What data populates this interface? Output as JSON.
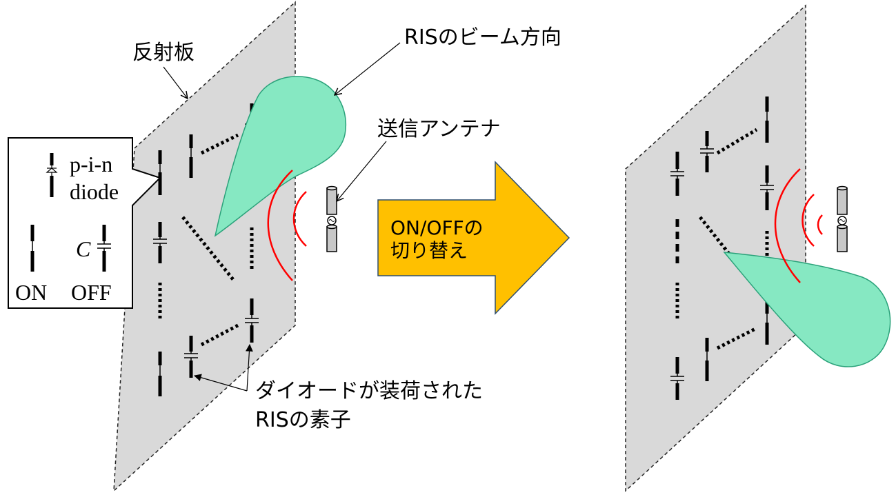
{
  "labels": {
    "reflector": "反射板",
    "beam_direction": "RISのビーム方向",
    "tx_antenna": "送信アンテナ",
    "switch_line1": "ON/OFFの",
    "switch_line2": "切り替え",
    "element_line1": "ダイオードが装荷された",
    "element_line2": "RISの素子"
  },
  "legend": {
    "pin_line1": "p-i-n",
    "pin_line2": "diode",
    "on": "ON",
    "off": "OFF",
    "capacitor": "C"
  },
  "colors": {
    "panel_fill": "#d9d9d9",
    "beam_fill": "#86e8c2",
    "beam_stroke": "#2aa27a",
    "arrow_fill": "#ffc000",
    "wave": "#ff0000"
  }
}
